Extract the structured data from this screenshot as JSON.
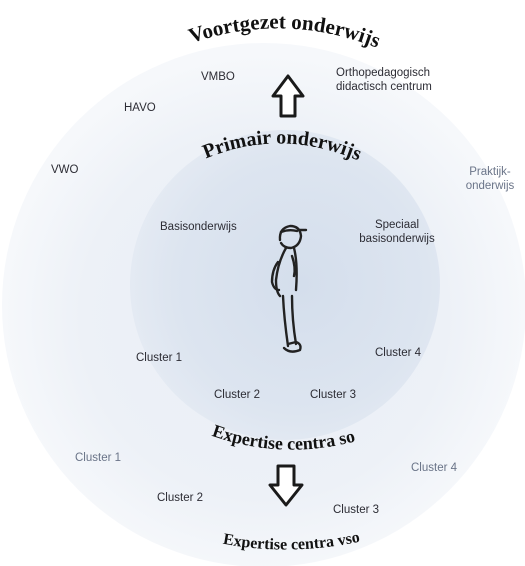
{
  "outer_circle": {
    "title_top": "Voortgezet onderwijs",
    "title_bottom": "Expertise centra vso",
    "labels": {
      "vmbo": "VMBO",
      "orthopedagogisch_line1": "Orthopedagogisch",
      "orthopedagogisch_line2": "didactisch centrum",
      "havo": "HAVO",
      "vwo": "VWO",
      "praktijk_line1": "Praktijk-",
      "praktijk_line2": "onderwijs",
      "cluster1": "Cluster 1",
      "cluster2": "Cluster 2",
      "cluster3": "Cluster 3",
      "cluster4": "Cluster 4"
    }
  },
  "inner_circle": {
    "title_top": "Primair onderwijs",
    "title_bottom": "Expertise centra so",
    "labels": {
      "basisonderwijs": "Basisonderwijs",
      "speciaal_line1": "Speciaal",
      "speciaal_line2": "basisonderwijs",
      "cluster1": "Cluster 1",
      "cluster2": "Cluster 2",
      "cluster3": "Cluster 3",
      "cluster4": "Cluster 4"
    }
  },
  "colors": {
    "outer_fill": "#eef1f8",
    "inner_fill": "#dfe6f1",
    "arrow_stroke": "#1a1a1a",
    "figure_stroke": "#222222"
  }
}
